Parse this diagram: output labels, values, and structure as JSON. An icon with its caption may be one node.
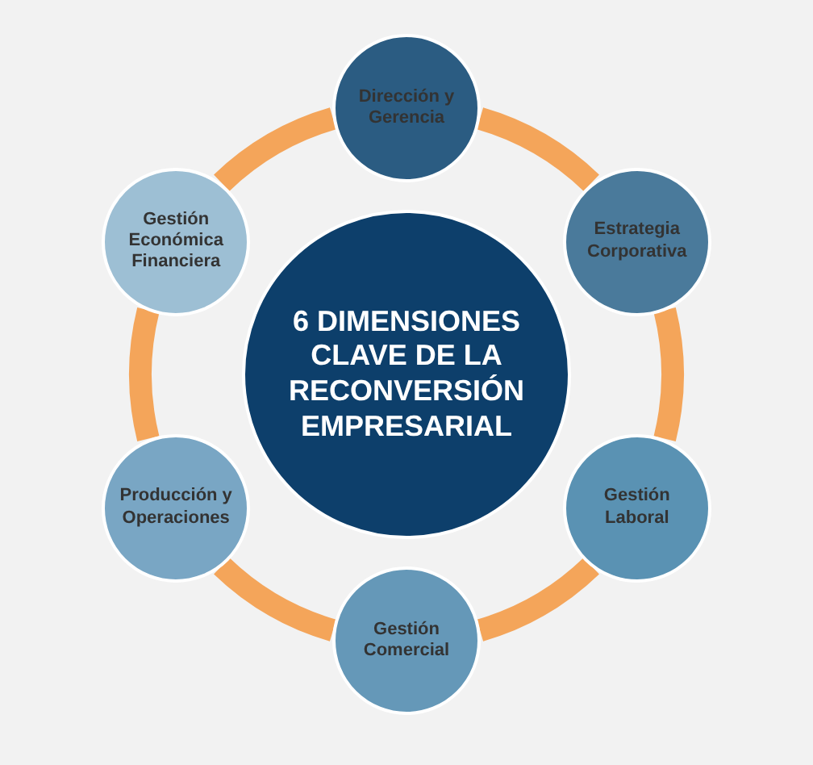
{
  "diagram": {
    "nodes": [
      {
        "text": [
          "6 DIMENSIONES CLAVE DE LA RECONVERSIÓN EMPRESARIAL"
        ]
      },
      {
        "text": [
          "Dirección y Gerencia"
        ]
      },
      {
        "text": [
          "Estrategia Corporativa"
        ]
      },
      {
        "text": [
          "Gestión Laboral"
        ]
      },
      {
        "text": [
          "Gestión Comercial"
        ]
      },
      {
        "text": [
          "Producción y Operaciones"
        ]
      },
      {
        "text": [
          "Gestión Económica Financiera"
        ]
      }
    ],
    "edges": [
      {
        "from": 1,
        "to": 2,
        "arrow": "none"
      },
      {
        "from": 2,
        "to": 3,
        "arrow": "none"
      },
      {
        "from": 3,
        "to": 4,
        "arrow": "none"
      },
      {
        "from": 4,
        "to": 5,
        "arrow": "none"
      },
      {
        "from": 5,
        "to": 6,
        "arrow": "none"
      },
      {
        "from": 6,
        "to": 1,
        "arrow": "none"
      }
    ]
  }
}
